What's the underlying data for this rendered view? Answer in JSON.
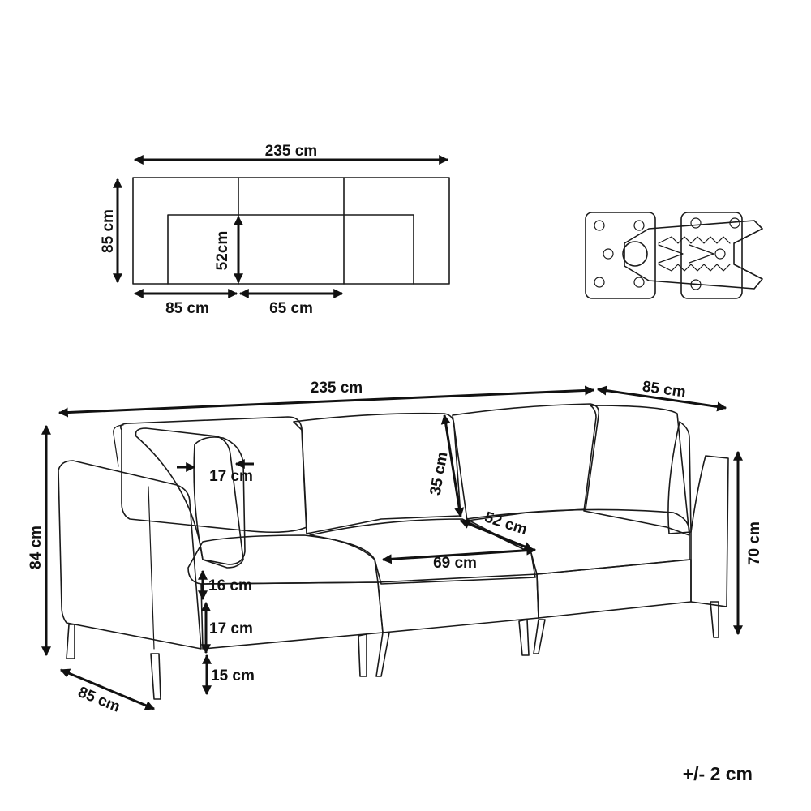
{
  "top_view": {
    "width_label": "235 cm",
    "depth_label": "85 cm",
    "seat_depth_label": "52cm",
    "module_width_label": "85 cm",
    "inner_width_label": "65 cm"
  },
  "front_view": {
    "total_width_label": "235 cm",
    "depth_label_right": "85 cm",
    "height_label": "84 cm",
    "depth_label_left": "85 cm",
    "arm_height_label": "70 cm",
    "armrest_width_label": "17 cm",
    "backrest_height_label": "35 cm",
    "seat_depth_label": "52 cm",
    "seat_width_label": "69 cm",
    "cushion_height_label": "16 cm",
    "base_height_label": "17 cm",
    "leg_height_label": "15 cm"
  },
  "tolerance": "+/- 2 cm"
}
